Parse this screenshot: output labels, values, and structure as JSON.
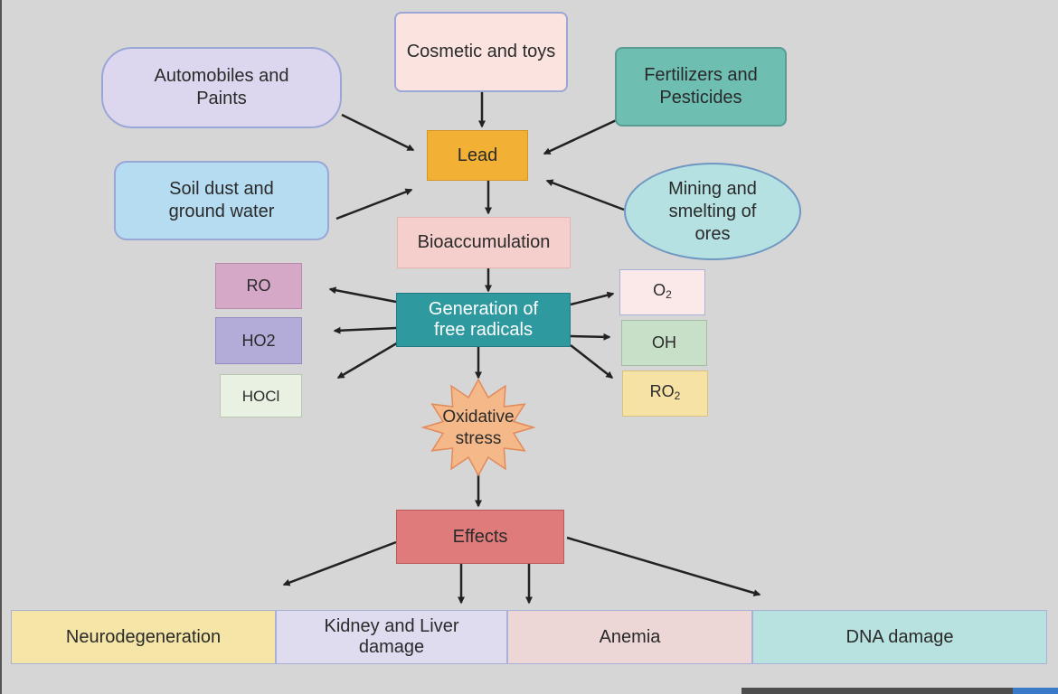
{
  "sources": {
    "cosmetics": "Cosmetic and toys",
    "automobiles": [
      "Automobiles and",
      "Paints"
    ],
    "fertilizers": [
      "Fertilizers and",
      "Pesticides"
    ],
    "soil": [
      "Soil dust and",
      "ground water"
    ],
    "mining": [
      "Mining and",
      "smelting of",
      "ores"
    ]
  },
  "lead": "Lead",
  "bioaccumulation": "Bioaccumulation",
  "free_radicals": [
    "Generation of",
    "free radicals"
  ],
  "radicals_left": {
    "ro": "RO",
    "ho2": "HO2",
    "hocl": "HOCl"
  },
  "radicals_right": {
    "o2_base": "O",
    "o2_sub": "2",
    "oh": "OH",
    "ro2_base": "RO",
    "ro2_sub": "2"
  },
  "oxidative_stress": [
    "Oxidative",
    "stress"
  ],
  "effects": "Effects",
  "outcomes": {
    "neuro": "Neurodegeneration",
    "kidney": [
      "Kidney and Liver",
      "damage"
    ],
    "anemia": "Anemia",
    "dna": "DNA damage"
  },
  "colors": {
    "background": "#d6d6d6",
    "lead": "#f2b134",
    "free_radicals": "#2e9aa0",
    "effects": "#e07b7b",
    "oxidative_stress": "#f5b889"
  }
}
